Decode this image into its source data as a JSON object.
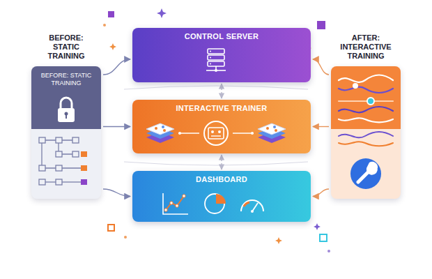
{
  "diagram": {
    "nodes": [
      {
        "text": [
          "BEFORE: STATIC TRAINING",
          "BEFORE: STATIC TRAINING"
        ]
      },
      {
        "text": [
          "CONTROL SERVER"
        ]
      },
      {
        "text": [
          "INTERACTIVE TRAINER"
        ]
      },
      {
        "text": [
          "DASHBOARD"
        ]
      },
      {
        "text": [
          "AFTER: INTERACTIVE TRAINING"
        ]
      }
    ],
    "edges": [
      {
        "from": 0,
        "to": 1,
        "arrow": "to"
      },
      {
        "from": 0,
        "to": 2,
        "arrow": "to"
      },
      {
        "from": 0,
        "to": 3,
        "arrow": "to"
      },
      {
        "from": 4,
        "to": 1,
        "arrow": "to"
      },
      {
        "from": 4,
        "to": 2,
        "arrow": "to"
      },
      {
        "from": 4,
        "to": 3,
        "arrow": "to"
      },
      {
        "from": 1,
        "to": 2,
        "arrow": "both"
      },
      {
        "from": 2,
        "to": 3,
        "arrow": "both"
      }
    ]
  }
}
